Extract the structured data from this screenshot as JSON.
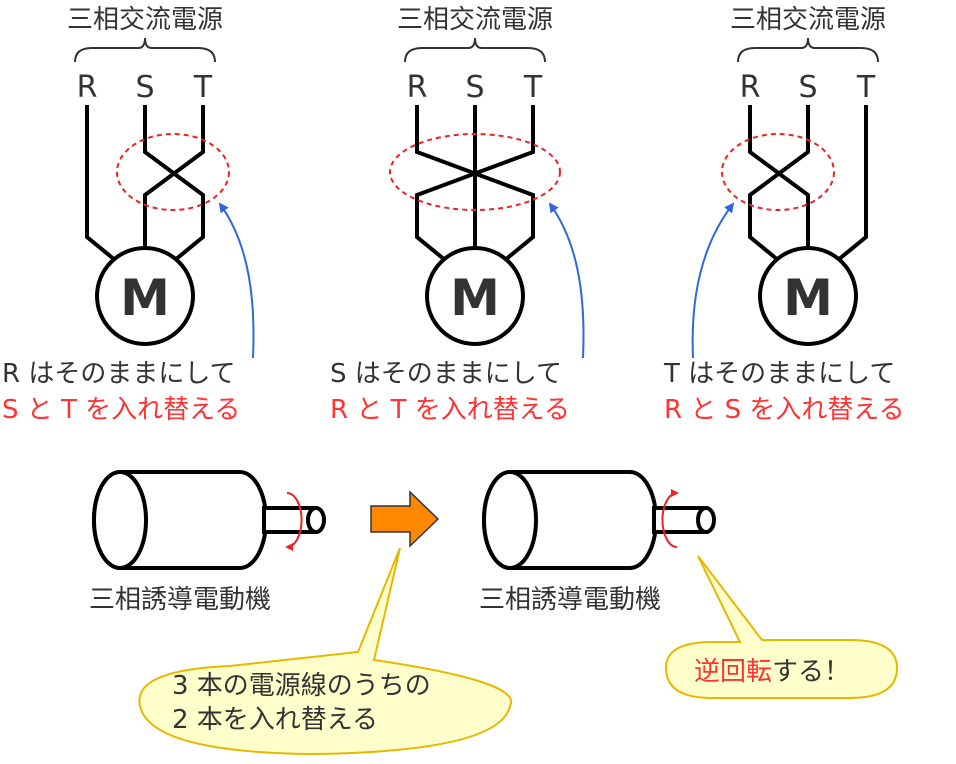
{
  "supply_label": "三相交流電源",
  "phases": [
    "R",
    "S",
    "T"
  ],
  "motor_symbol": "M",
  "cases": [
    {
      "keep": "R はそのままにして",
      "swap": "S と T を入れ替える"
    },
    {
      "keep": "S はそのままにして",
      "swap": "R と T を入れ替える"
    },
    {
      "keep": "T はそのままにして",
      "swap": "R と S を入れ替える"
    }
  ],
  "machine_label": "三相誘導電動機",
  "callout_left": {
    "line1": "3 本の電源線のうちの",
    "line2": "2 本を入れ替える"
  },
  "callout_right": {
    "red": "逆回転",
    "rest": "する！"
  },
  "colors": {
    "text": "#333333",
    "accent_red": "#ff3333",
    "blue_arrow": "#3366dd",
    "orange_arrow": "#ff8800",
    "callout_fill": "#ffffcc",
    "callout_stroke": "#e6b800"
  }
}
